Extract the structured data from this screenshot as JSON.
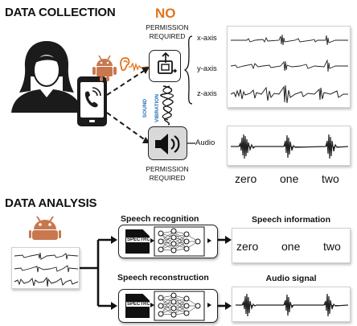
{
  "collection": {
    "title": "DATA COLLECTION",
    "no_label": "NO",
    "permission_top": [
      "PERMISSION",
      "REQUIRED"
    ],
    "permission_bottom": [
      "PERMISSION",
      "REQUIRED"
    ],
    "axes": [
      "x-axis",
      "y-axis",
      "z-axis"
    ],
    "audio_label": "Audio",
    "sound_label": "SOUND",
    "vibration_label": "VIBRATION",
    "words": [
      "zero",
      "one",
      "two"
    ]
  },
  "analysis": {
    "title": "DATA ANALYSIS",
    "recognition_title": "Speech recognition",
    "reconstruction_title": "Speech reconstruction",
    "spectro_label": "SPECTRO",
    "speech_info_title": "Speech information",
    "audio_signal_title": "Audio signal",
    "words": [
      "zero",
      "one",
      "two"
    ]
  },
  "colors": {
    "android": "#c8784e",
    "accent_orange": "#e2731d",
    "sound_blue": "#2a6fb5"
  },
  "icons": [
    "user-icon",
    "smartphone-icon",
    "android-icon",
    "ear-icon",
    "accelerometer-icon",
    "speaker-icon",
    "spectrogram-doc-icon",
    "neural-network-icon"
  ]
}
